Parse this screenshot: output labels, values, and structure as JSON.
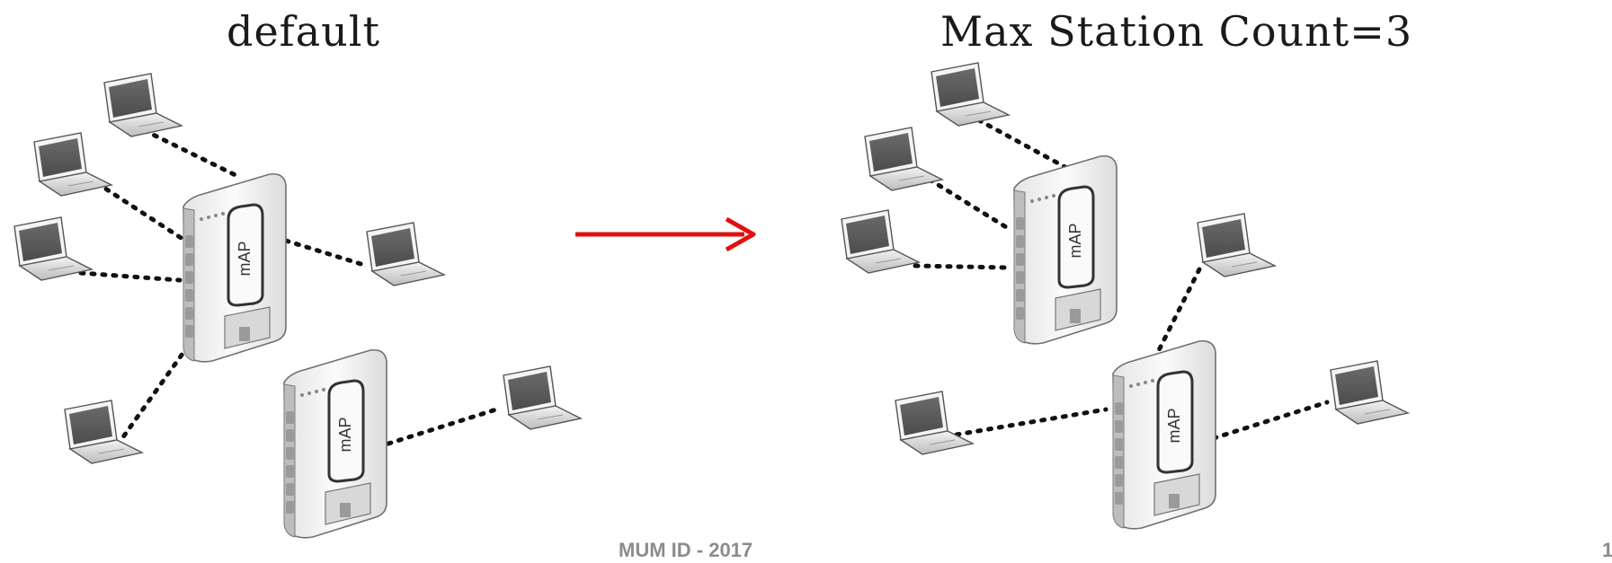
{
  "diagram": {
    "left_title": "default",
    "right_title": "Max Station Count=3",
    "footer": "MUM ID - 2017",
    "page_number": "1",
    "router_label": "mAP",
    "arrow_color": "#e01010",
    "link_color": "#111111",
    "screen_color": "#5a5a5a"
  }
}
